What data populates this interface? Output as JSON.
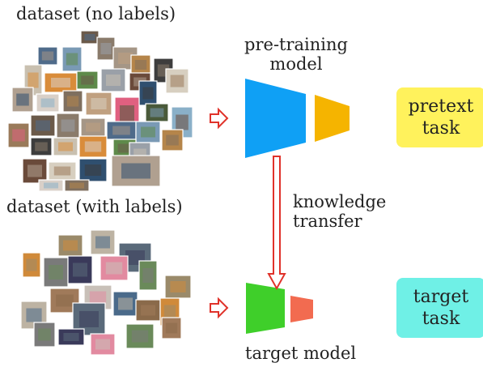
{
  "labels": {
    "dataset_no_labels": "dataset (no labels)",
    "dataset_with_labels": "dataset (with labels)",
    "pretraining_line1": "pre-training",
    "pretraining_line2": "model",
    "knowledge_line1": "knowledge",
    "knowledge_line2": "transfer",
    "target_model": "target model",
    "pretext_line1": "pretext",
    "pretext_line2": "task",
    "target_line1": "target",
    "target_line2": "task"
  },
  "colors": {
    "pretrain_encoder": "#0fa0f5",
    "pretrain_head": "#f5b400",
    "target_encoder": "#3fcf2a",
    "target_head": "#f26b50",
    "pretext_box": "#fff25c",
    "target_box": "#6ff0e6",
    "arrow": "#e0322a"
  },
  "collage_top_palette": [
    "#6b5a4a",
    "#8a7b6b",
    "#a59686",
    "#4f6b8a",
    "#7a9ab5",
    "#b5854a",
    "#3d3d3d",
    "#c9c0b0",
    "#d98c3a",
    "#5e8a4a",
    "#9aa0a8",
    "#6a4a3a",
    "#d7cfc0",
    "#2f4f6f",
    "#b0a090",
    "#d9d0c8",
    "#7f6f5f",
    "#c0a080",
    "#e06080",
    "#4a5a3a",
    "#8ab0c8",
    "#9a7a5a"
  ],
  "collage_bottom_palette": [
    "#9a8a6a",
    "#bdb3a3",
    "#5a6a7a",
    "#d08a3a",
    "#7a7a7a",
    "#3a3a5a",
    "#e28aa0",
    "#6a8a5a",
    "#a07a5a",
    "#c8c0b8",
    "#4a6a8a",
    "#8a6a4a"
  ]
}
